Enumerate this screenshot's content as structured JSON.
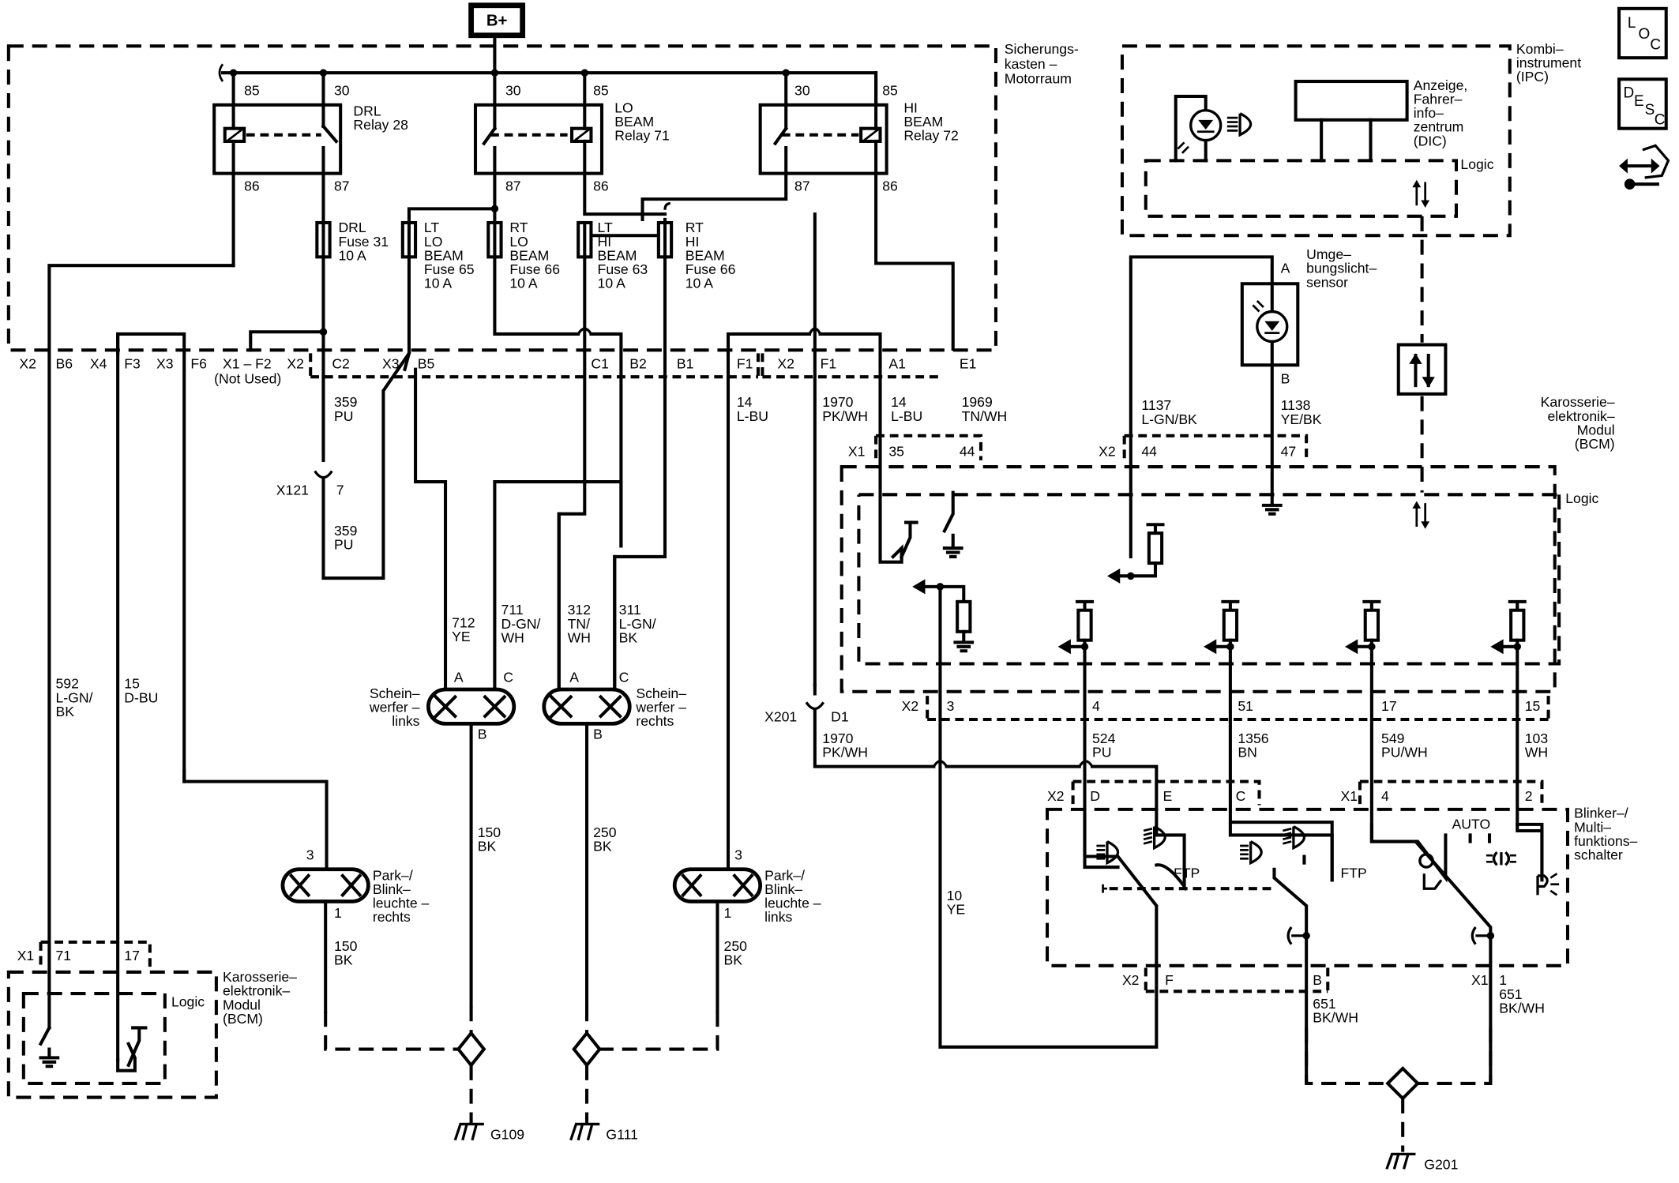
{
  "power": {
    "battery_label": "B+"
  },
  "fusebox": {
    "title_lines": [
      "Sicherungs-",
      "kasten –",
      "Motorraum"
    ],
    "relays": [
      {
        "name_lines": [
          "DRL",
          "Relay 28"
        ],
        "pins": [
          "85",
          "30",
          "86",
          "87"
        ]
      },
      {
        "name_lines": [
          "LO",
          "BEAM",
          "Relay 71"
        ],
        "pins": [
          "30",
          "85",
          "87",
          "86"
        ]
      },
      {
        "name_lines": [
          "HI",
          "BEAM",
          "Relay 72"
        ],
        "pins": [
          "30",
          "85",
          "87",
          "86"
        ]
      }
    ],
    "fuses": [
      {
        "lines": [
          "DRL",
          "Fuse 31",
          "10 A"
        ]
      },
      {
        "lines": [
          "LT",
          "LO",
          "BEAM",
          "Fuse 65",
          "10 A"
        ]
      },
      {
        "lines": [
          "RT",
          "LO",
          "BEAM",
          "Fuse 66",
          "10 A"
        ]
      },
      {
        "lines": [
          "LT",
          "HI",
          "BEAM",
          "Fuse 63",
          "10 A"
        ]
      },
      {
        "lines": [
          "RT",
          "HI",
          "BEAM",
          "Fuse 66",
          "10 A"
        ]
      }
    ],
    "connector_labels": [
      "X2",
      "B6",
      "X4",
      "F3",
      "X3",
      "F6",
      "X1 – F2",
      "X2",
      "C2",
      "X3",
      "B5",
      "C1",
      "B2",
      "B1",
      "F1",
      "X2",
      "F1",
      "A1",
      "E1"
    ],
    "not_used_label": "(Not Used)"
  },
  "wires": {
    "w359a": [
      "359",
      "PU"
    ],
    "w359b": [
      "359",
      "PU"
    ],
    "x121": {
      "connector": "X121",
      "pin": "7"
    },
    "w14a": [
      "14",
      "L-BU"
    ],
    "w1970a": [
      "1970",
      "PK/WH"
    ],
    "w14b": [
      "14",
      "L-BU"
    ],
    "w1969": [
      "1969",
      "TN/WH"
    ],
    "w1137": [
      "1137",
      "L-GN/BK"
    ],
    "w1138": [
      "1138",
      "YE/BK"
    ],
    "w592": [
      "592",
      "L-GN/",
      "BK"
    ],
    "w15": [
      "15",
      "D-BU"
    ],
    "w712": [
      "712",
      "YE"
    ],
    "w711": [
      "711",
      "D-GN/",
      "WH"
    ],
    "w312": [
      "312",
      "TN/",
      "WH"
    ],
    "w311": [
      "311",
      "L-GN/",
      "BK"
    ],
    "w150a": [
      "150",
      "BK"
    ],
    "w250a": [
      "250",
      "BK"
    ],
    "w150b": [
      "150",
      "BK"
    ],
    "w250b": [
      "250",
      "BK"
    ],
    "w1970b": [
      "1970",
      "PK/WH"
    ],
    "x201": {
      "connector": "X201",
      "pin": "D1"
    },
    "w524": [
      "524",
      "PU"
    ],
    "w1356": [
      "1356",
      "BN"
    ],
    "w549": [
      "549",
      "PU/WH"
    ],
    "w103": [
      "103",
      "WH"
    ],
    "w10": [
      "10",
      "YE"
    ],
    "w651a": [
      "651",
      "BK/WH"
    ],
    "w651b": [
      "651",
      "BK/WH"
    ]
  },
  "ipc": {
    "title_lines": [
      "Kombi–",
      "instrument",
      "(IPC)"
    ],
    "dic_lines": [
      "Anzeige,",
      "Fahrer–",
      "info–",
      "zentrum",
      "(DIC)"
    ],
    "logic_label": "Logic"
  },
  "sensor": {
    "name_lines": [
      "Umge–",
      "bungslicht–",
      "sensor"
    ],
    "pin_a": "A",
    "pin_b": "B"
  },
  "bcm_right": {
    "title_lines": [
      "Karosserie–",
      "elektronik–",
      "Modul",
      "(BCM)"
    ],
    "logic_label": "Logic",
    "top_connectors": {
      "x1": "X1",
      "p35": "35",
      "p44a": "44",
      "x2": "X2",
      "p44b": "44",
      "p47": "47"
    },
    "bottom_connectors": {
      "x2": "X2",
      "p3": "3",
      "p4": "4",
      "p51": "51",
      "p17": "17",
      "p15": "15"
    }
  },
  "bcm_left": {
    "title_lines": [
      "Karosserie–",
      "elektronik–",
      "Modul",
      "(BCM)"
    ],
    "logic_label": "Logic",
    "connectors": {
      "x1": "X1",
      "p71": "71",
      "p17": "17"
    }
  },
  "headlamps": [
    {
      "name_lines": [
        "Schein–",
        "werfer –",
        "links"
      ],
      "pins": [
        "A",
        "C",
        "B"
      ]
    },
    {
      "name_lines": [
        "Schein–",
        "werfer –",
        "rechts"
      ],
      "pins": [
        "A",
        "C",
        "B"
      ]
    }
  ],
  "park_lamps": [
    {
      "name_lines": [
        "Park–/",
        "Blink–",
        "leuchte –",
        "rechts"
      ],
      "pins": [
        "3",
        "1"
      ]
    },
    {
      "name_lines": [
        "Park–/",
        "Blink–",
        "leuchte –",
        "links"
      ],
      "pins": [
        "3",
        "1"
      ]
    }
  ],
  "switch": {
    "title_lines": [
      "Blinker–/",
      "Multi–",
      "funktions–",
      "schalter"
    ],
    "top_connectors": {
      "x2": "X2",
      "D": "D",
      "E": "E",
      "C": "C",
      "x1": "X1",
      "p4": "4",
      "p2": "2"
    },
    "bottom_connectors": {
      "x2": "X2",
      "F": "F",
      "B": "B",
      "x1": "X1",
      "p1": "1"
    },
    "ftp1": "FTP",
    "ftp2": "FTP",
    "auto": "AUTO"
  },
  "grounds": [
    "G109",
    "G111",
    "G201"
  ],
  "side_icons": [
    {
      "name": "loc-icon",
      "letters": [
        "L",
        "O",
        "C"
      ]
    },
    {
      "name": "desc-icon",
      "letters": [
        "D",
        "E",
        "S",
        "C"
      ]
    },
    {
      "name": "diagnostic-connector-icon"
    }
  ]
}
